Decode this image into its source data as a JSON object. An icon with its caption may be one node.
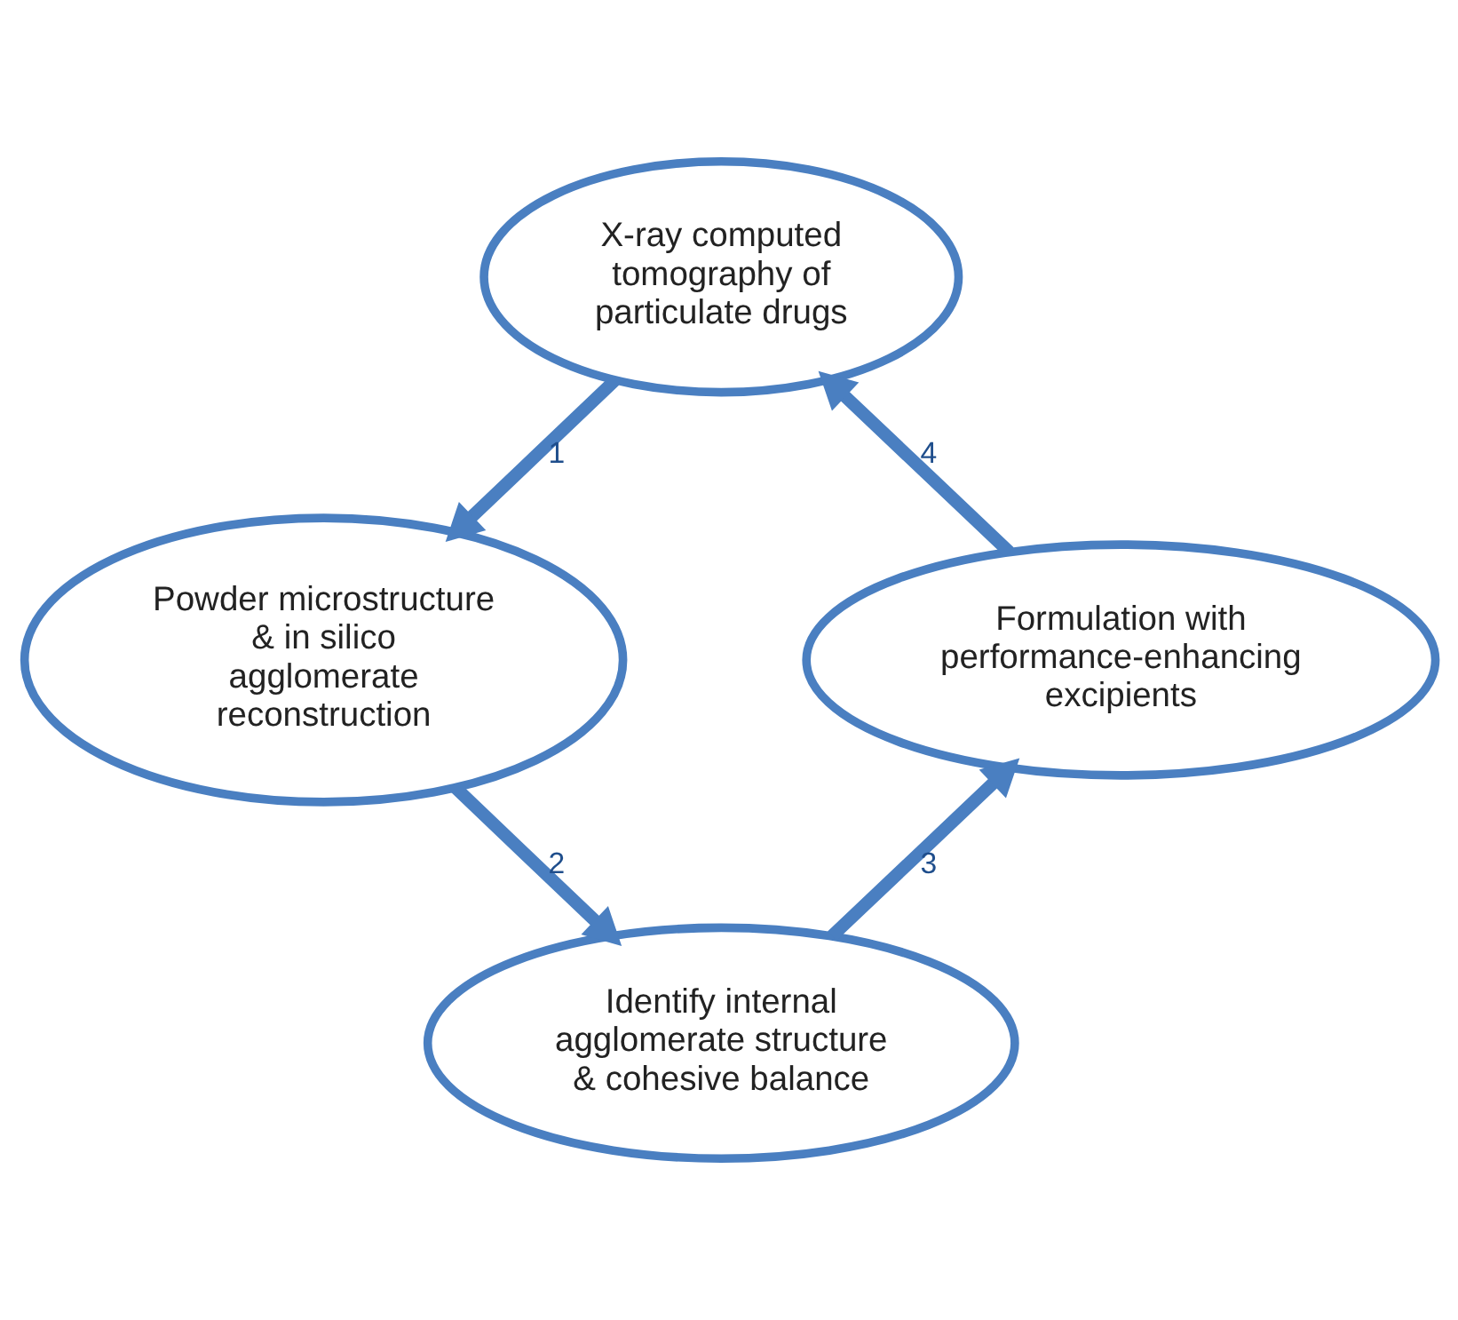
{
  "diagram": {
    "nodes": [
      {
        "text": [
          "X-ray computed tomography of particulate drugs"
        ]
      },
      {
        "text": [
          "Powder microstructure & in silico agglomerate reconstruction"
        ]
      },
      {
        "text": [
          "Formulation with performance-enhancing excipients"
        ]
      },
      {
        "text": [
          "Identify internal agglomerate structure & cohesive balance"
        ]
      }
    ],
    "edges": [
      {
        "from": 0,
        "to": 1,
        "arrow": "to",
        "label": "1"
      },
      {
        "from": 1,
        "to": 3,
        "arrow": "to",
        "label": "2"
      },
      {
        "from": 3,
        "to": 2,
        "arrow": "to",
        "label": "3"
      },
      {
        "from": 2,
        "to": 0,
        "arrow": "to",
        "label": "4"
      }
    ]
  }
}
